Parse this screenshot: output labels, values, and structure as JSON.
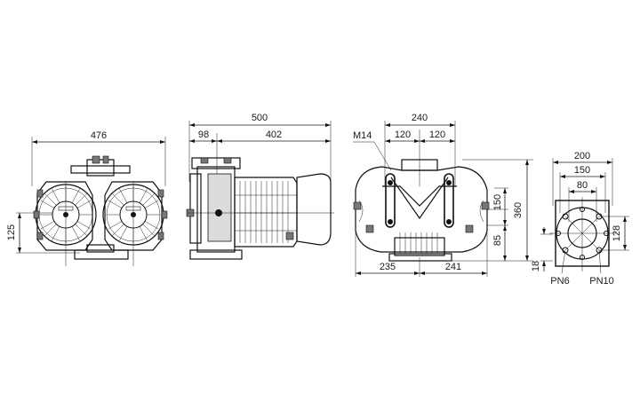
{
  "views": {
    "front": {
      "width": "476",
      "height_left": "125"
    },
    "side": {
      "overall": "500",
      "left_part": "98",
      "right_part": "402"
    },
    "top": {
      "width_top": "240",
      "half_left": "120",
      "half_right": "120",
      "thread": "M14",
      "height_right": "360",
      "upper": "150",
      "lower": "85",
      "bottom_left": "235",
      "bottom_right": "241"
    },
    "flange": {
      "outer": "200",
      "bolt_circle": "150",
      "bore": "80",
      "hole_spacing": "128",
      "thickness": "18",
      "pn6": "PN6",
      "pn10": "PN10"
    }
  }
}
